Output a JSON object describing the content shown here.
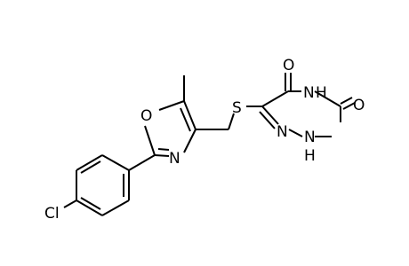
{
  "molecule": {
    "atoms": [
      {
        "id": "cl",
        "label": "Cl"
      },
      {
        "id": "o-ox",
        "label": "O"
      },
      {
        "id": "n-ox",
        "label": "N"
      },
      {
        "id": "s",
        "label": "S"
      },
      {
        "id": "o5",
        "label": "O"
      },
      {
        "id": "nh4",
        "label": "N"
      },
      {
        "id": "h4",
        "label": "H"
      },
      {
        "id": "o3",
        "label": "O"
      },
      {
        "id": "n1",
        "label": "N"
      },
      {
        "id": "nh2",
        "label": "N"
      },
      {
        "id": "h2",
        "label": "H"
      }
    ]
  },
  "colors": {
    "bond": "#000000",
    "label": "#000000",
    "background": "#ffffff"
  }
}
